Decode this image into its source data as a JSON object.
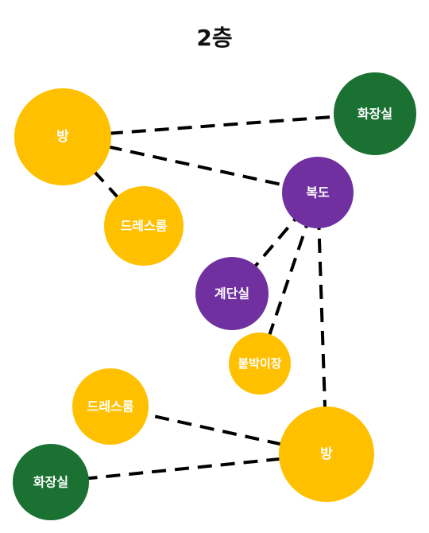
{
  "title": "2층",
  "colors": {
    "yellow": "#FFC000",
    "green": "#1A7132",
    "purple": "#7030A0",
    "edge": "#000000",
    "label": "#FFFFFF"
  },
  "nodes": [
    {
      "id": "room-1",
      "label": "방",
      "color": "yellow"
    },
    {
      "id": "bathroom-1",
      "label": "화장실",
      "color": "green"
    },
    {
      "id": "hallway",
      "label": "복도",
      "color": "purple"
    },
    {
      "id": "dressroom-1",
      "label": "드레스룸",
      "color": "yellow"
    },
    {
      "id": "stairs",
      "label": "계단실",
      "color": "purple"
    },
    {
      "id": "closet",
      "label": "붙박이장",
      "color": "yellow"
    },
    {
      "id": "dressroom-2",
      "label": "드레스룸",
      "color": "yellow"
    },
    {
      "id": "room-2",
      "label": "방",
      "color": "yellow"
    },
    {
      "id": "bathroom-2",
      "label": "화장실",
      "color": "green"
    }
  ],
  "edges": [
    {
      "from": "room-1",
      "to": "bathroom-1"
    },
    {
      "from": "room-1",
      "to": "hallway"
    },
    {
      "from": "room-1",
      "to": "dressroom-1"
    },
    {
      "from": "hallway",
      "to": "stairs"
    },
    {
      "from": "hallway",
      "to": "closet"
    },
    {
      "from": "hallway",
      "to": "room-2"
    },
    {
      "from": "room-2",
      "to": "dressroom-2"
    },
    {
      "from": "room-2",
      "to": "bathroom-2"
    }
  ]
}
